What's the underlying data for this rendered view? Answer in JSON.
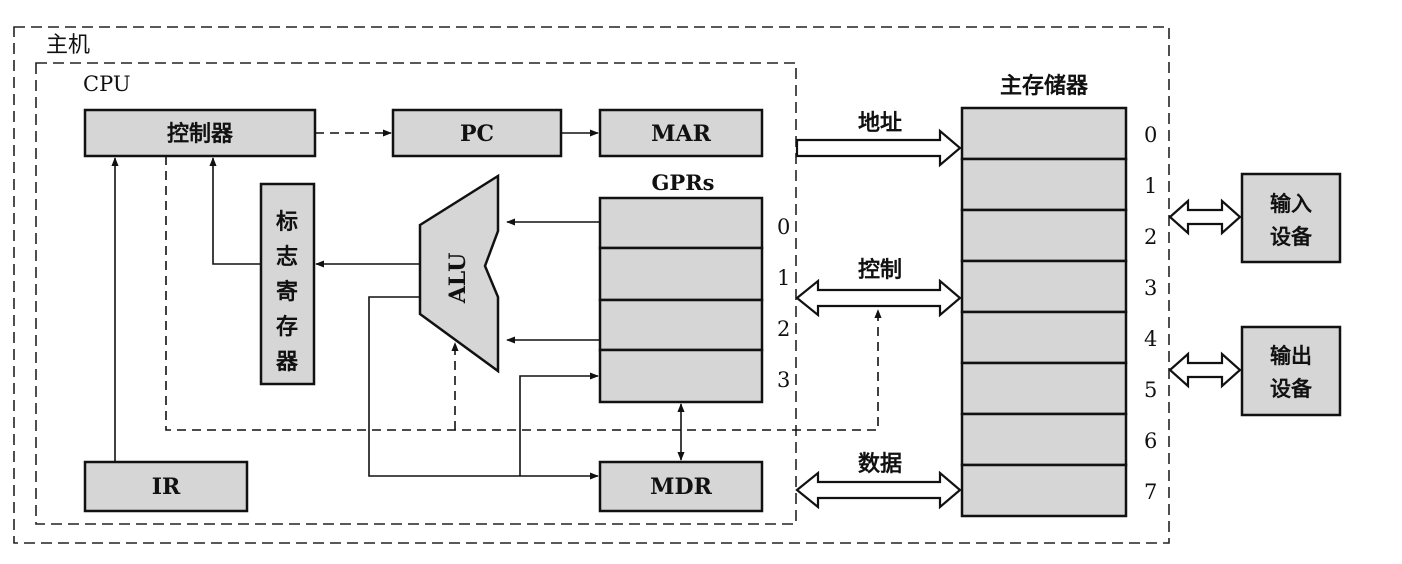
{
  "labels": {
    "host": "主机",
    "cpu": "CPU",
    "controller": "控制器",
    "pc": "PC",
    "mar": "MAR",
    "gprs": "GPRs",
    "flag_register": [
      "标",
      "志",
      "寄",
      "存",
      "器"
    ],
    "alu": "ALU",
    "ir": "IR",
    "mdr": "MDR",
    "main_memory": "主存储器",
    "address_bus": "地址",
    "control_bus": "控制",
    "data_bus": "数据",
    "input_device": [
      "输入",
      "设备"
    ],
    "output_device": [
      "输出",
      "设备"
    ]
  },
  "gpr_indices": [
    "0",
    "1",
    "2",
    "3"
  ],
  "memory_indices": [
    "0",
    "1",
    "2",
    "3",
    "4",
    "5",
    "6",
    "7"
  ],
  "colors": {
    "box_fill": "#d6d6d6",
    "stroke": "#111111",
    "background": "#ffffff"
  }
}
